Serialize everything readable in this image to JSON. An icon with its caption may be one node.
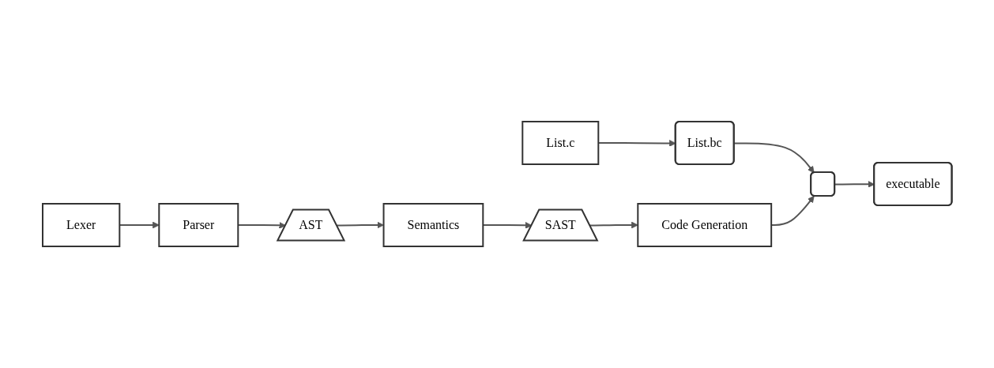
{
  "diagram": {
    "nodes": [
      {
        "text": [
          "Lexer"
        ]
      },
      {
        "text": [
          "Parser"
        ]
      },
      {
        "text": [
          "AST"
        ]
      },
      {
        "text": [
          "Semantics"
        ]
      },
      {
        "text": [
          "List.bc"
        ]
      },
      {
        "text": [
          "List.c"
        ]
      },
      {
        "text": [
          "executable"
        ]
      },
      {
        "text": [],
        "shape": "box"
      },
      {
        "text": [
          "Code Generation"
        ]
      },
      {
        "text": [
          "SAST"
        ]
      }
    ],
    "edges": [
      {
        "from": 0,
        "to": 1,
        "arrow": "to"
      },
      {
        "from": 1,
        "to": 2,
        "arrow": "to"
      },
      {
        "from": 2,
        "to": 3,
        "arrow": "to"
      },
      {
        "from": 3,
        "to": 9,
        "arrow": "to"
      },
      {
        "from": 5,
        "to": 4,
        "arrow": "to"
      },
      {
        "from": 4,
        "to": 7,
        "arrow": "to"
      },
      {
        "from": 9,
        "to": 8,
        "arrow": "to"
      },
      {
        "from": 8,
        "to": 7,
        "arrow": "to"
      },
      {
        "from": 7,
        "to": 6,
        "arrow": "to"
      }
    ]
  }
}
